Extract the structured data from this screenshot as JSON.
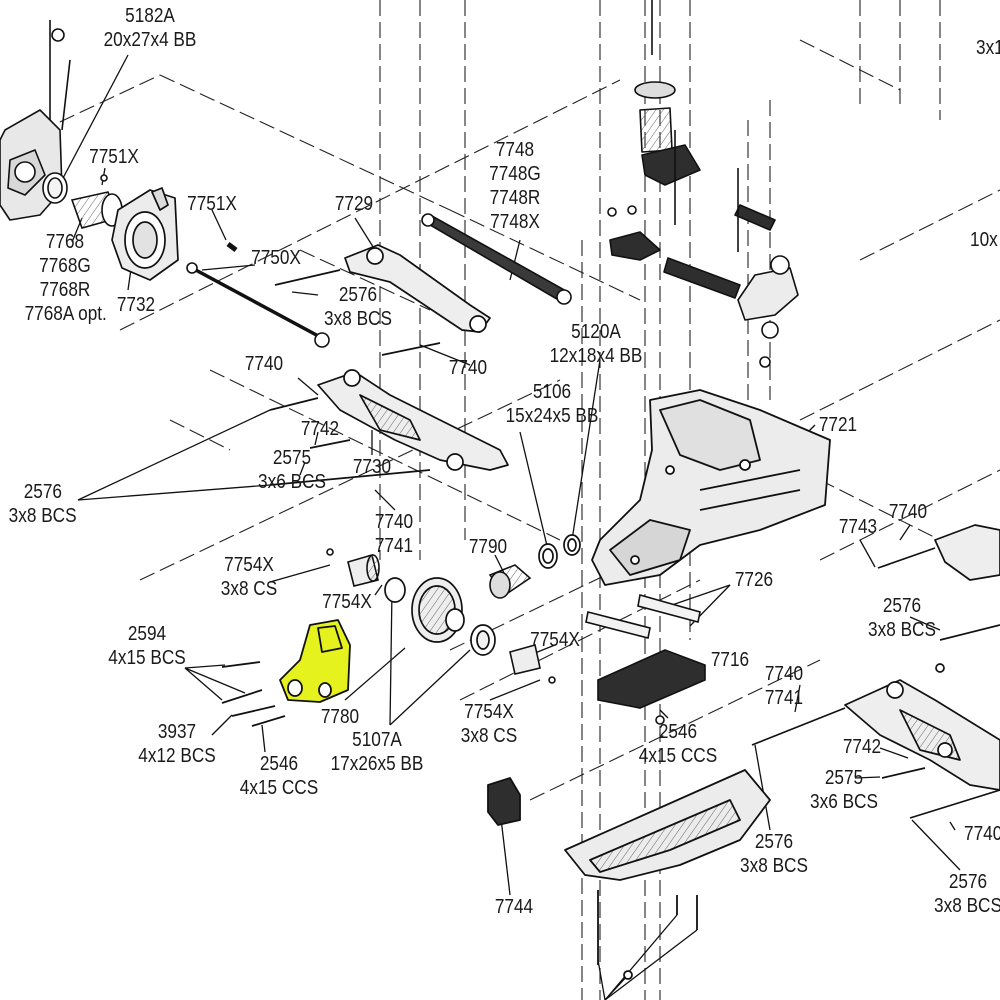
{
  "highlight_color": "#e6f21e",
  "callouts": [
    {
      "id": "c5182A",
      "lines": [
        "5182A",
        "20x27x4 BB"
      ]
    },
    {
      "id": "c7751X_a",
      "lines": [
        "7751X"
      ]
    },
    {
      "id": "c7768",
      "lines": [
        "7768",
        "7768G",
        "7768R",
        "7768A opt."
      ]
    },
    {
      "id": "c7732",
      "lines": [
        "7732"
      ]
    },
    {
      "id": "c7751X_b",
      "lines": [
        "7751X"
      ]
    },
    {
      "id": "c7750X",
      "lines": [
        "7750X"
      ]
    },
    {
      "id": "c7729",
      "lines": [
        "7729"
      ]
    },
    {
      "id": "c2576_a",
      "lines": [
        "2576",
        "3x8 BCS"
      ]
    },
    {
      "id": "c7748",
      "lines": [
        "7748",
        "7748G",
        "7748R",
        "7748X"
      ]
    },
    {
      "id": "c5120A",
      "lines": [
        "5120A",
        "12x18x4 BB"
      ]
    },
    {
      "id": "c7740_a",
      "lines": [
        "7740"
      ]
    },
    {
      "id": "c7740_b",
      "lines": [
        "7740"
      ]
    },
    {
      "id": "c5106",
      "lines": [
        "5106",
        "15x24x5 BB"
      ]
    },
    {
      "id": "c7742_a",
      "lines": [
        "7742"
      ]
    },
    {
      "id": "c2575_a",
      "lines": [
        "2575",
        "3x6 BCS"
      ]
    },
    {
      "id": "c7730",
      "lines": [
        "7730"
      ]
    },
    {
      "id": "c7721",
      "lines": [
        "7721"
      ]
    },
    {
      "id": "c2576_b",
      "lines": [
        "2576",
        "3x8 BCS"
      ]
    },
    {
      "id": "c7740_c",
      "lines": [
        "7740",
        "7741"
      ]
    },
    {
      "id": "c7790",
      "lines": [
        "7790"
      ]
    },
    {
      "id": "c7743",
      "lines": [
        "7743"
      ]
    },
    {
      "id": "c7740_d",
      "lines": [
        "7740"
      ]
    },
    {
      "id": "c7754X_a",
      "lines": [
        "7754X",
        "3x8 CS"
      ]
    },
    {
      "id": "c7754X_b",
      "lines": [
        "7754X"
      ]
    },
    {
      "id": "c7726",
      "lines": [
        "7726"
      ]
    },
    {
      "id": "c2576_c",
      "lines": [
        "2576",
        "3x8 BCS"
      ]
    },
    {
      "id": "c2594",
      "lines": [
        "2594",
        "4x15 BCS"
      ]
    },
    {
      "id": "c7754X_c",
      "lines": [
        "7754X"
      ]
    },
    {
      "id": "c7716",
      "lines": [
        "7716"
      ]
    },
    {
      "id": "c7740_e",
      "lines": [
        "7740",
        "7741"
      ]
    },
    {
      "id": "c3937",
      "lines": [
        "3937",
        "4x12 BCS"
      ]
    },
    {
      "id": "c7780",
      "lines": [
        "7780"
      ]
    },
    {
      "id": "c2546_a",
      "lines": [
        "2546",
        "4x15 CCS"
      ]
    },
    {
      "id": "c5107A",
      "lines": [
        "5107A",
        "17x26x5 BB"
      ]
    },
    {
      "id": "c7754X_d",
      "lines": [
        "7754X",
        "3x8 CS"
      ]
    },
    {
      "id": "c2546_b",
      "lines": [
        "2546",
        "4x15 CCS"
      ]
    },
    {
      "id": "c7742_b",
      "lines": [
        "7742"
      ]
    },
    {
      "id": "c2575_b",
      "lines": [
        "2575",
        "3x6 BCS"
      ]
    },
    {
      "id": "c7740_f",
      "lines": [
        "7740"
      ]
    },
    {
      "id": "c2576_d",
      "lines": [
        "2576",
        "3x8 BCS"
      ]
    },
    {
      "id": "c2576_e",
      "lines": [
        "2576",
        "3x8 BCS"
      ]
    },
    {
      "id": "c7744",
      "lines": [
        "7744"
      ]
    },
    {
      "id": "c3x_top",
      "lines": [
        "3x1"
      ]
    },
    {
      "id": "c10x",
      "lines": [
        "10x"
      ]
    }
  ]
}
